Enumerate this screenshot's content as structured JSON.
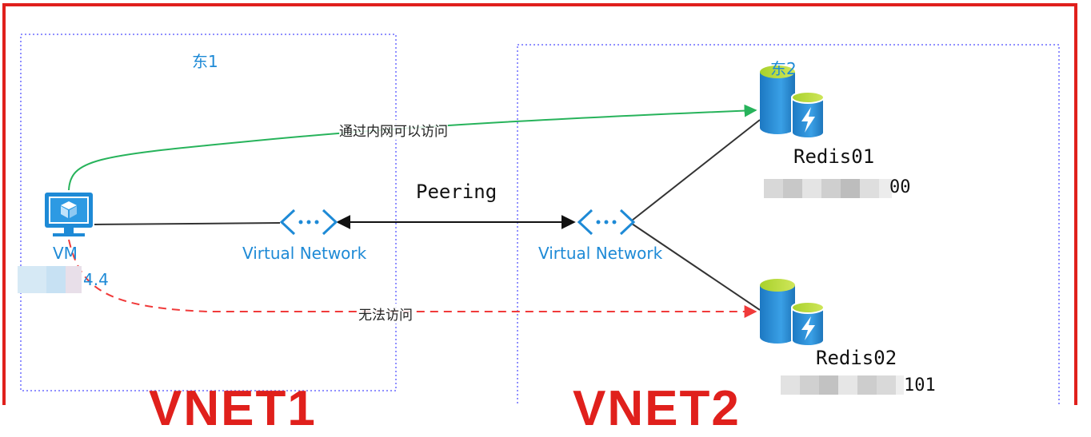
{
  "regions": {
    "left_label": "东1",
    "right_label": "东2"
  },
  "nodes": {
    "vm": {
      "label": "VM",
      "ip_suffix": "4.4",
      "icon": "vm-monitor-icon"
    },
    "vnet_left": {
      "label": "Virtual Network",
      "icon": "virtual-network-icon"
    },
    "vnet_right": {
      "label": "Virtual Network",
      "icon": "virtual-network-icon"
    },
    "redis01": {
      "label": "Redis01",
      "ip_suffix": "00",
      "icon": "redis-cache-icon"
    },
    "redis02": {
      "label": "Redis02",
      "ip_suffix": "101",
      "icon": "redis-cache-icon"
    }
  },
  "edges": {
    "peering_label": "Peering",
    "accessible_label": "通过内网可以访问",
    "inaccessible_label": "无法访问"
  },
  "footer": {
    "vnet1": "VNET1",
    "vnet2": "VNET2"
  },
  "colors": {
    "frame": "#e0201c",
    "region_border": "#6b6bff",
    "azure_blue": "#1e8ad6",
    "accessible_line": "#27b35b",
    "inaccessible_line": "#f03a3a",
    "link_line": "#333333"
  }
}
